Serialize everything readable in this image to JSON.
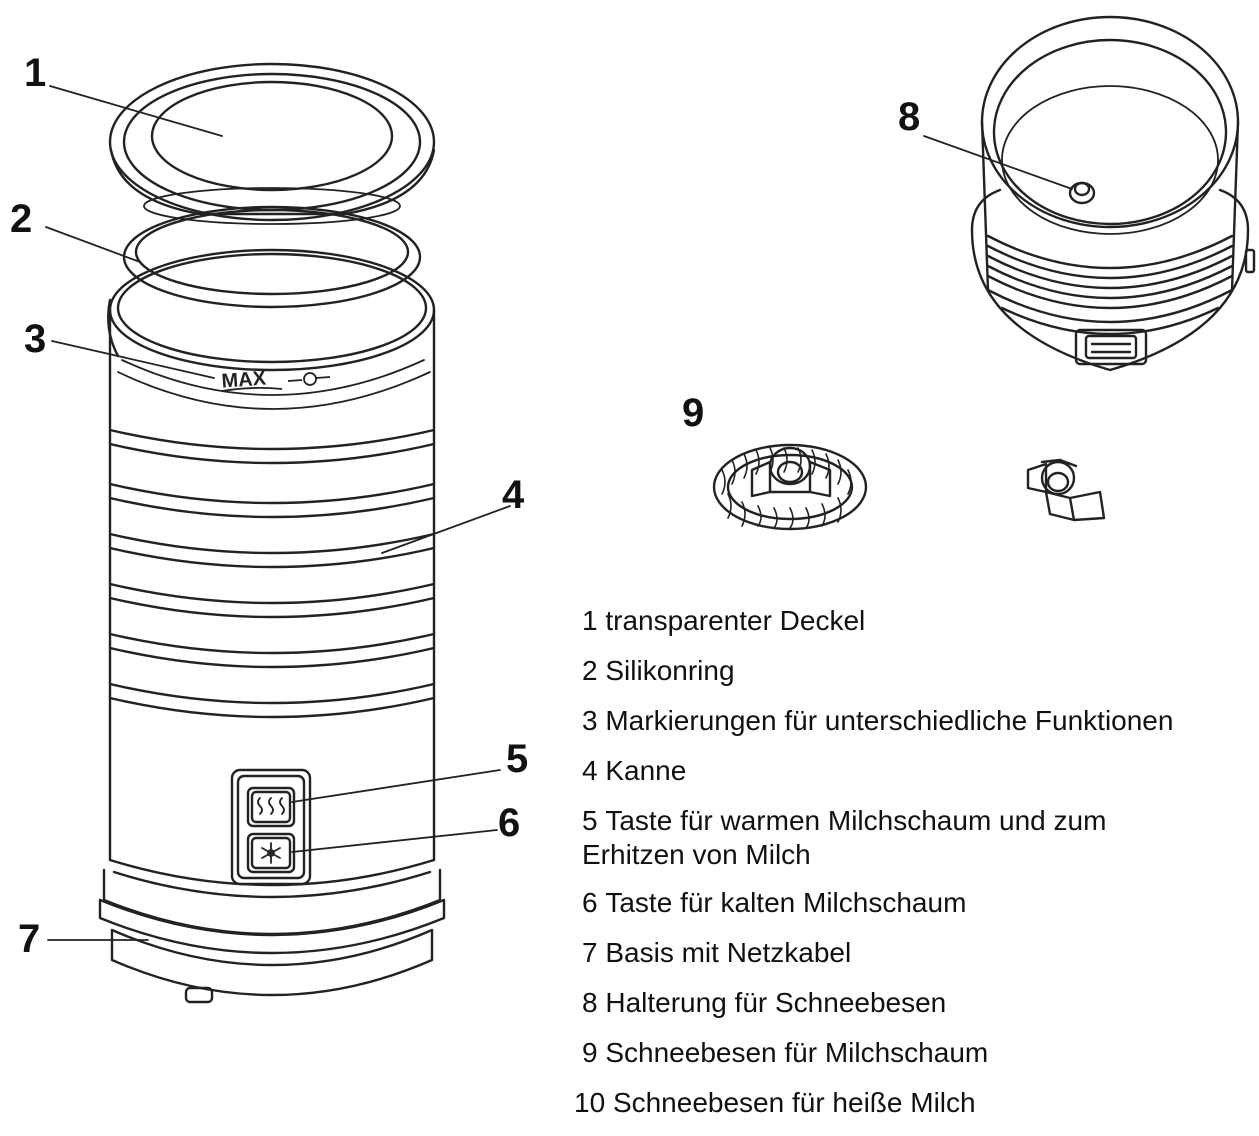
{
  "callouts": {
    "c1": "1",
    "c2": "2",
    "c3": "3",
    "c4": "4",
    "c5": "5",
    "c6": "6",
    "c7": "7",
    "c8": "8",
    "c9": "9"
  },
  "max_mark": "MAX",
  "legend": [
    {
      "num": "1",
      "text": "transparenter Deckel"
    },
    {
      "num": "2",
      "text": "Silikonring"
    },
    {
      "num": "3",
      "text": "Markierungen für unterschiedliche Funktionen"
    },
    {
      "num": "4",
      "text": "Kanne"
    },
    {
      "num": "5",
      "text": "Taste für warmen Milchschaum und zum Erhitzen von Milch"
    },
    {
      "num": "6",
      "text": "Taste für kalten Milchschaum"
    },
    {
      "num": "7",
      "text": "Basis mit Netzkabel"
    },
    {
      "num": "8",
      "text": "Halterung für Schneebesen"
    },
    {
      "num": "9",
      "text": "Schneebesen für Milchschaum"
    },
    {
      "num": "10",
      "text": "Schneebesen für heiße Milch"
    }
  ],
  "icons": {
    "heat_button": "steam-waves-icon",
    "cold_button": "snowflake-icon",
    "whisk": "spring-whisk-icon",
    "hot_whisk": "flat-whisk-icon"
  }
}
